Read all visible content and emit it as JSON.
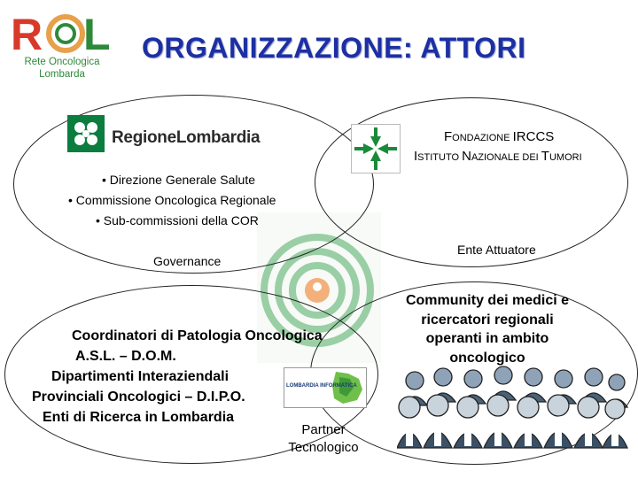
{
  "header": {
    "title": "ORGANIZZAZIONE:  ATTORI",
    "logo": {
      "letters": "ROL",
      "line1": "Rete Oncologica",
      "line2": "Lombarda"
    }
  },
  "governance": {
    "logo_text": "RegioneLombardia",
    "items": [
      "• Direzione Generale Salute",
      "• Commissione Oncologica Regionale",
      "• Sub-commissioni della COR"
    ],
    "label": "Governance"
  },
  "ente": {
    "line1_big1": "F",
    "line1_small1": "ONDAZIONE ",
    "line1_rest": "IRCCS",
    "line2_big1": "I",
    "line2_small1": "STITUTO ",
    "line2_big2": "N",
    "line2_small2": "AZIONALE DEI ",
    "line2_big3": "T",
    "line2_small3": "UMORI",
    "label": "Ente Attuatore"
  },
  "coordinatori": {
    "lines": [
      "Coordinatori di Patologia Oncologica",
      "A.S.L. – D.O.M.",
      "Dipartimenti Interaziendali",
      "Provinciali Oncologici – D.I.P.O.",
      "Enti di Ricerca in Lombardia"
    ]
  },
  "partner": {
    "logo_text": "LOMBARDIA INFORMATICA",
    "label_line1": "Partner",
    "label_line2": "Tecnologico"
  },
  "community": {
    "lines": [
      "Community dei medici e",
      "ricercatori regionali",
      "operanti in ambito",
      "oncologico"
    ]
  },
  "colors": {
    "title": "#1c2fa3",
    "lombardia_green": "#0b7d3e",
    "rol_red": "#d83a2a",
    "rol_green": "#2e8a3a"
  },
  "icons": [
    "rol-logo",
    "regione-lombardia-logo",
    "int-arrows-logo",
    "concentric-circles-emblem",
    "lombardia-informatica-logo",
    "people-crowd-icon"
  ]
}
